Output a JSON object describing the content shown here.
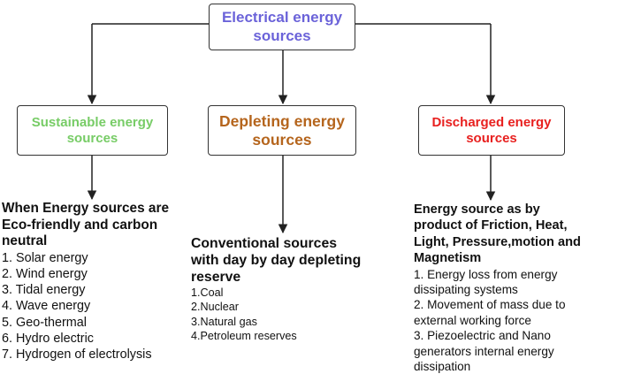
{
  "root": {
    "title_line1": "Electrical energy",
    "title_line2": "sources",
    "color": "#6b63d9"
  },
  "branches": [
    {
      "title_line1": "Sustainable energy",
      "title_line2": "sources",
      "color": "#77cc66",
      "heading_lines": [
        "When Energy sources are",
        "Eco-friendly and carbon",
        "neutral"
      ],
      "items": [
        "1. Solar energy",
        "2. Wind energy",
        "3. Tidal energy",
        "4. Wave energy",
        "5. Geo-thermal",
        "6. Hydro electric",
        "7. Hydrogen of electrolysis"
      ]
    },
    {
      "title_line1": "Depleting energy",
      "title_line2": "sources",
      "color": "#b5651d",
      "heading_lines": [
        "Conventional sources",
        "with day by day depleting",
        "reserve"
      ],
      "items": [
        "1.Coal",
        "2.Nuclear",
        "3.Natural gas",
        "4.Petroleum reserves"
      ]
    },
    {
      "title_line1": "Discharged energy",
      "title_line2": "sources",
      "color": "#e8201f",
      "heading_lines": [
        "Energy source as by",
        "product of Friction, Heat,",
        "Light, Pressure,motion and",
        "Magnetism"
      ],
      "items": [
        "1. Energy loss from energy",
        "dissipating systems",
        "2. Movement of mass due to",
        "external working force",
        "3. Piezoelectric and Nano",
        "generators internal energy",
        "dissipation"
      ]
    }
  ]
}
